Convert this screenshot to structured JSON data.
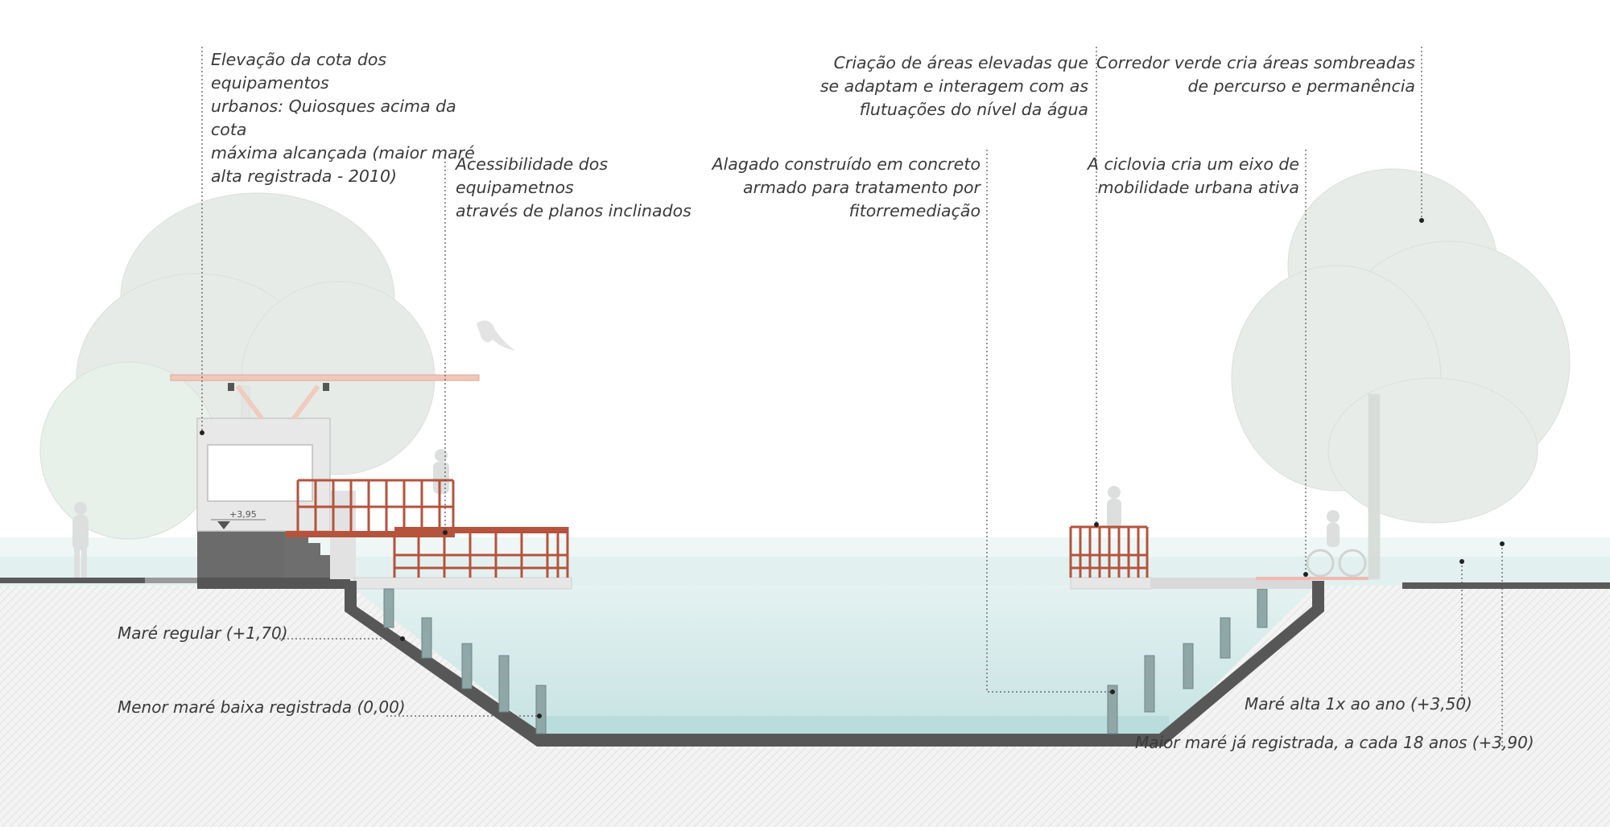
{
  "annotations": {
    "kiosk_elevation": "Elevação da cota dos equipamentos\nurbanos: Quiosques acima da cota\nmáxima alcançada (maior maré\nalta registrada - 2010)",
    "accessibility": "Acessibilidade dos equipametnos\natravés de planos inclinados",
    "wetland": "Alagado construído em concreto\narmado para tratamento por\nfitorremediação",
    "raised_areas": "Criação de áreas elevadas que\nse adaptam e interagem com as\nflutuações do nível da água",
    "bike_lane": "A ciclovia cria um eixo de\nmobilidade urbana ativa",
    "green_corridor": "Corredor verde cria áreas sombreadas\nde percurso e permanência"
  },
  "water_levels": {
    "regular_tide": "Maré regular (+1,70)",
    "lowest_low_tide": "Menor maré baixa registrada (0,00)",
    "yearly_high_tide": "Maré alta 1x ao ano (+3,50)",
    "highest_tide": "Maior maré já registrada, a cada 18 anos (+3,90)"
  },
  "elevation_marker": "+3,95",
  "colors": {
    "railing": "#b5533c",
    "concrete": "#5a5a5a",
    "water": "#cfe8e6",
    "ground_hatch": "#ededed",
    "vegetation": "#e3e8e4",
    "canopy": "#f2c7b8"
  }
}
